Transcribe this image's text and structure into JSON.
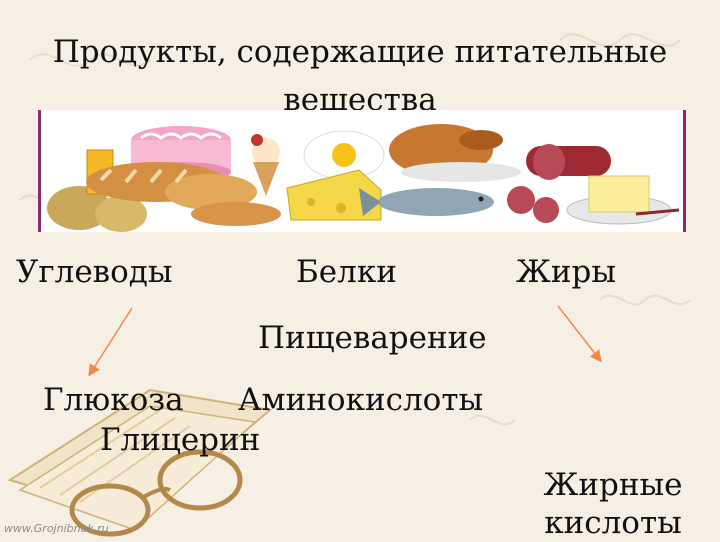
{
  "slide": {
    "title_line1": "Продукты, содержащие питательные",
    "title_line2": "вещества",
    "watermark": "www.Grojnibnok.ru"
  },
  "nutrients": {
    "carbs": "Углеводы",
    "proteins": "Белки",
    "fats": "Жиры"
  },
  "process": {
    "digestion": "Пищеварение"
  },
  "products": {
    "glucose": "Глюкоза",
    "amino_acids": "Аминокислоты",
    "glycerin": "Глицерин",
    "fatty_acids": "Жирные кислоты"
  },
  "colors": {
    "arrow": "#f08a45",
    "banner_border": "#8b2a73",
    "background": "#f6efe4"
  }
}
